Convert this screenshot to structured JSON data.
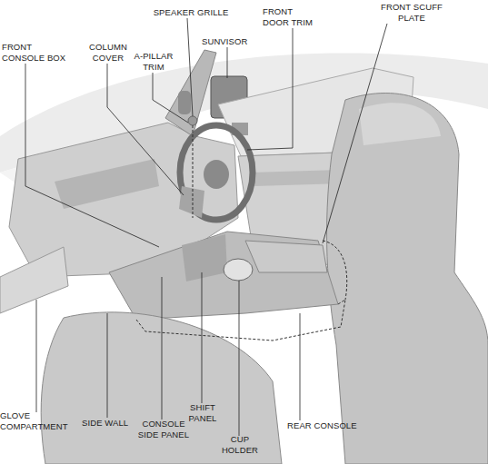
{
  "diagram": {
    "labels": [
      "SPEAKER GRILLE",
      "FRONT DOOR TRIM",
      "FRONT SCUFF PLATE",
      "FRONT CONSOLE BOX",
      "COLUMN COVER",
      "A-PILLAR TRIM",
      "SUNVISOR",
      "REAR CONSOLE",
      "SHIFT PANEL",
      "CUP HOLDER",
      "GLOVE COMPARTMENT",
      "SIDE WALL",
      "CONSOLE SIDE PANEL"
    ]
  }
}
